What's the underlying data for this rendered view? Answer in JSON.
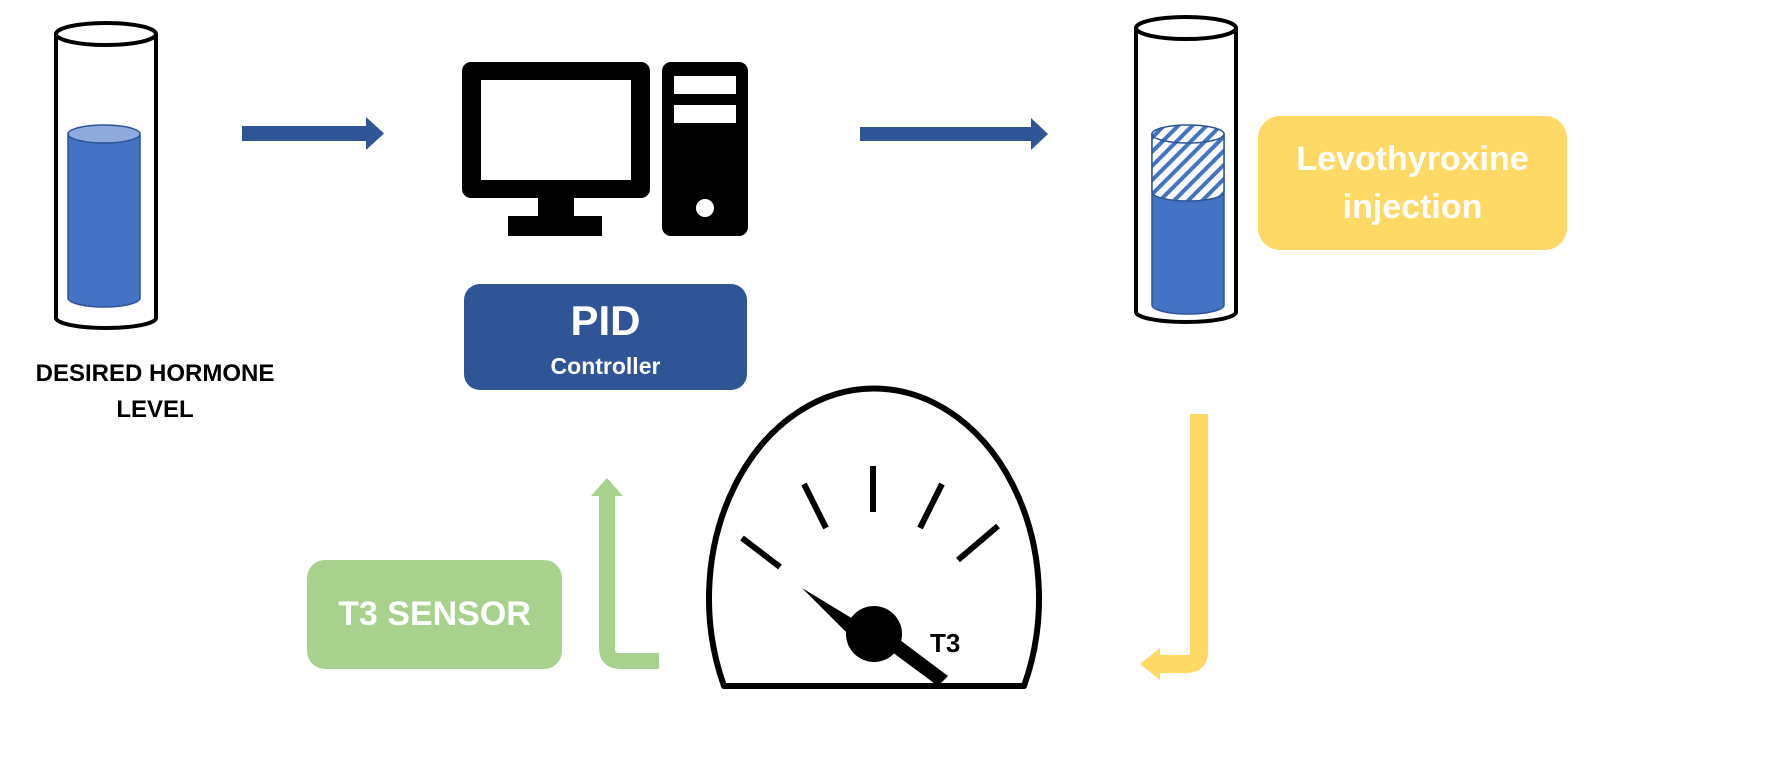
{
  "labels": {
    "desired_line1": "DESIRED HORMONE",
    "desired_line2": "LEVEL",
    "pid_title": "PID",
    "pid_subtitle": "Controller",
    "levo_line1": "Levothyroxine",
    "levo_line2": "injection",
    "sensor": "T3 SENSOR",
    "gauge_label": "T3"
  },
  "colors": {
    "blue_arrow": "#2F5597",
    "liquid_blue": "#4472C4",
    "pid_box": "#2F5597",
    "levothyroxine_box": "#FFD966",
    "sensor_box": "#A9D18E",
    "yellow_arrow": "#FFD966",
    "green_arrow": "#A9D18E"
  },
  "icons": {
    "computer": "desktop-computer-icon",
    "gauge": "speedometer-gauge-icon"
  }
}
